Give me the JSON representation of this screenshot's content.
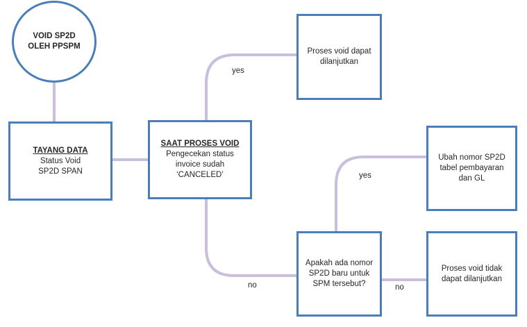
{
  "diagram": {
    "colors": {
      "node_border": "#4a7ebb",
      "connector": "#c9bfdc",
      "text": "#262626"
    },
    "nodes": {
      "start": {
        "lines": [
          "VOID SP2D",
          "OLEH PPSPM"
        ]
      },
      "tayang_data": {
        "title": "TAYANG DATA",
        "lines": [
          "Status Void",
          "SP2D SPAN"
        ]
      },
      "saat_proses": {
        "title": "SAAT PROSES VOID",
        "lines": [
          "Pengecekan status",
          "invoice  sudah",
          "‘CANCELED’"
        ]
      },
      "void_lanjut": {
        "lines": [
          "Proses void  dapat",
          "dilanjutkan"
        ]
      },
      "ubah_nomor": {
        "lines": [
          "Ubah nomor  SP2D",
          "tabel pembayaran",
          "dan GL"
        ]
      },
      "apakah": {
        "lines": [
          "Apakah ada nomor",
          "SP2D baru untuk",
          "SPM tersebut?"
        ]
      },
      "void_tidak": {
        "lines": [
          "Proses void  tidak",
          "dapat dilanjutkan"
        ]
      }
    },
    "edge_labels": {
      "saat_yes": "yes",
      "saat_no": "no",
      "apakah_yes": "yes",
      "apakah_no": "no"
    }
  }
}
